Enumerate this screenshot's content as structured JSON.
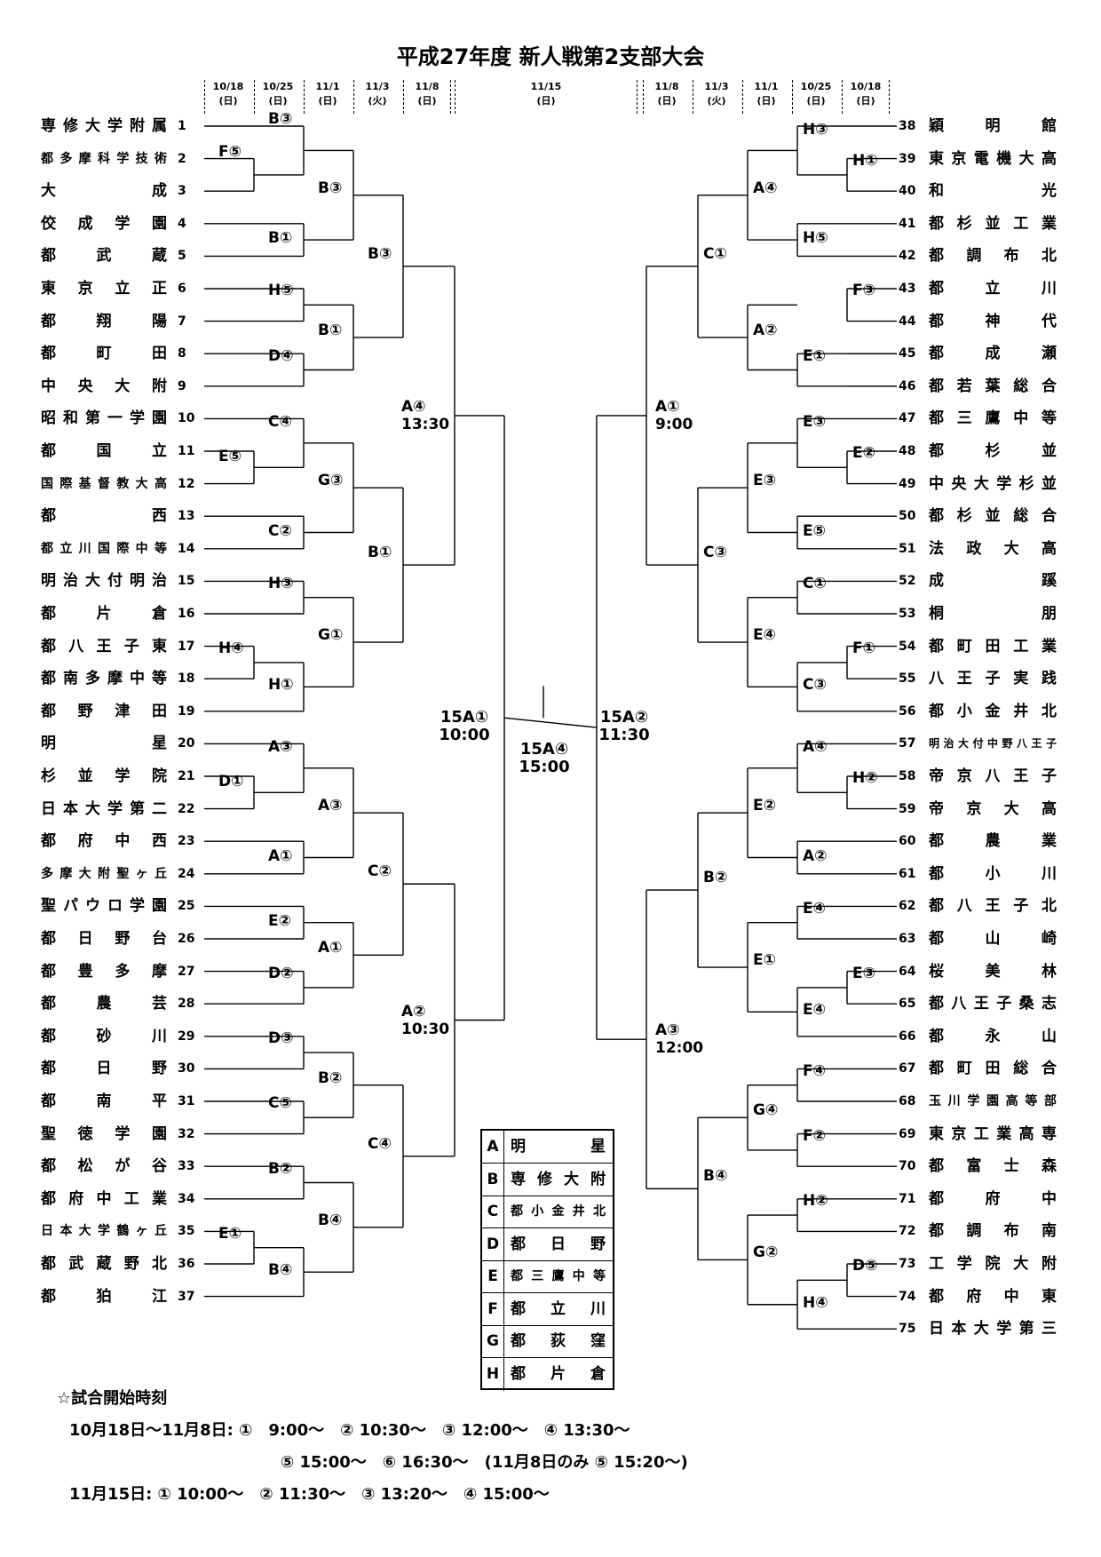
{
  "title": "平成27年度 新人戦第2支部大会",
  "headers_left": [
    {
      "date": "10/18",
      "day": "(日)"
    },
    {
      "date": "10/25",
      "day": "(日)"
    },
    {
      "date": "11/1",
      "day": "(日)"
    },
    {
      "date": "11/3",
      "day": "(火)"
    },
    {
      "date": "11/8",
      "day": "(日)"
    }
  ],
  "header_mid": {
    "date": "11/15",
    "day": "(日)"
  },
  "headers_right": [
    {
      "date": "11/8",
      "day": "(日)"
    },
    {
      "date": "11/3",
      "day": "(火)"
    },
    {
      "date": "11/1",
      "day": "(日)"
    },
    {
      "date": "10/25",
      "day": "(日)"
    },
    {
      "date": "10/18",
      "day": "(日)"
    }
  ],
  "teams_left": [
    {
      "no": "1",
      "name": "専修大学附属"
    },
    {
      "no": "2",
      "name": "都多摩科学技術"
    },
    {
      "no": "3",
      "name": "大成"
    },
    {
      "no": "4",
      "name": "佼成学園"
    },
    {
      "no": "5",
      "name": "都武蔵"
    },
    {
      "no": "6",
      "name": "東京立正"
    },
    {
      "no": "7",
      "name": "都翔陽"
    },
    {
      "no": "8",
      "name": "都町田"
    },
    {
      "no": "9",
      "name": "中央大附"
    },
    {
      "no": "10",
      "name": "昭和第一学園"
    },
    {
      "no": "11",
      "name": "都国立"
    },
    {
      "no": "12",
      "name": "国際基督教大高"
    },
    {
      "no": "13",
      "name": "都西"
    },
    {
      "no": "14",
      "name": "都立川国際中等"
    },
    {
      "no": "15",
      "name": "明治大付明治"
    },
    {
      "no": "16",
      "name": "都片倉"
    },
    {
      "no": "17",
      "name": "都八王子東"
    },
    {
      "no": "18",
      "name": "都南多摩中等"
    },
    {
      "no": "19",
      "name": "都野津田"
    },
    {
      "no": "20",
      "name": "明星"
    },
    {
      "no": "21",
      "name": "杉並学院"
    },
    {
      "no": "22",
      "name": "日本大学第二"
    },
    {
      "no": "23",
      "name": "都府中西"
    },
    {
      "no": "24",
      "name": "多摩大附聖ヶ丘"
    },
    {
      "no": "25",
      "name": "聖パウロ学園"
    },
    {
      "no": "26",
      "name": "都日野台"
    },
    {
      "no": "27",
      "name": "都豊多摩"
    },
    {
      "no": "28",
      "name": "都農芸"
    },
    {
      "no": "29",
      "name": "都砂川"
    },
    {
      "no": "30",
      "name": "都日野"
    },
    {
      "no": "31",
      "name": "都南平"
    },
    {
      "no": "32",
      "name": "聖徳学園"
    },
    {
      "no": "33",
      "name": "都松が谷"
    },
    {
      "no": "34",
      "name": "都府中工業"
    },
    {
      "no": "35",
      "name": "日本大学鶴ヶ丘"
    },
    {
      "no": "36",
      "name": "都武蔵野北"
    },
    {
      "no": "37",
      "name": "都狛江"
    }
  ],
  "teams_right": [
    {
      "no": "38",
      "name": "穎明館"
    },
    {
      "no": "39",
      "name": "東京電機大高"
    },
    {
      "no": "40",
      "name": "和光"
    },
    {
      "no": "41",
      "name": "都杉並工業"
    },
    {
      "no": "42",
      "name": "都調布北"
    },
    {
      "no": "43",
      "name": "都立川"
    },
    {
      "no": "44",
      "name": "都神代"
    },
    {
      "no": "45",
      "name": "都成瀬"
    },
    {
      "no": "46",
      "name": "都若葉総合"
    },
    {
      "no": "47",
      "name": "都三鷹中等"
    },
    {
      "no": "48",
      "name": "都杉並"
    },
    {
      "no": "49",
      "name": "中央大学杉並"
    },
    {
      "no": "50",
      "name": "都杉並総合"
    },
    {
      "no": "51",
      "name": "法政大高"
    },
    {
      "no": "52",
      "name": "成蹊"
    },
    {
      "no": "53",
      "name": "桐朋"
    },
    {
      "no": "54",
      "name": "都町田工業"
    },
    {
      "no": "55",
      "name": "八王子実践"
    },
    {
      "no": "56",
      "name": "都小金井北"
    },
    {
      "no": "57",
      "name": "明治大付中野八王子"
    },
    {
      "no": "58",
      "name": "帝京八王子"
    },
    {
      "no": "59",
      "name": "帝京大高"
    },
    {
      "no": "60",
      "name": "都農業"
    },
    {
      "no": "61",
      "name": "都小川"
    },
    {
      "no": "62",
      "name": "都八王子北"
    },
    {
      "no": "63",
      "name": "都山崎"
    },
    {
      "no": "64",
      "name": "桜美林"
    },
    {
      "no": "65",
      "name": "都八王子桑志"
    },
    {
      "no": "66",
      "name": "都永山"
    },
    {
      "no": "67",
      "name": "都町田総合"
    },
    {
      "no": "68",
      "name": "玉川学園高等部"
    },
    {
      "no": "69",
      "name": "東京工業高専"
    },
    {
      "no": "70",
      "name": "都富士森"
    },
    {
      "no": "71",
      "name": "都府中"
    },
    {
      "no": "72",
      "name": "都調布南"
    },
    {
      "no": "73",
      "name": "工学院大附"
    },
    {
      "no": "74",
      "name": "都府中東"
    },
    {
      "no": "75",
      "name": "日本大学第三"
    }
  ],
  "match_labels": {
    "l1": "B③",
    "l2": "F⑤",
    "l3": "B③",
    "l4": "B①",
    "l5": "B③",
    "l6": "H⑤",
    "l7": "B①",
    "l8": "D④",
    "l9": "C④",
    "l10": "E⑤",
    "l11": "G③",
    "l12": "C②",
    "l13": "B①",
    "l14": "H③",
    "l15": "G①",
    "l16": "H④",
    "l17": "H①",
    "l18": "A④",
    "l18t": "13:30",
    "l19": "A③",
    "l20": "D①",
    "l21": "A③",
    "l22": "A①",
    "l23": "C②",
    "l24": "E②",
    "l25": "A①",
    "l26": "D②",
    "l27": "D③",
    "l28": "B②",
    "l29": "C⑤",
    "l30": "C④",
    "l31": "B②",
    "l32": "E①",
    "l33": "B④",
    "l34": "B④",
    "l35": "A②",
    "l35t": "10:30",
    "r1": "H③",
    "r2": "H①",
    "r3": "A④",
    "r4": "H⑤",
    "r5": "C①",
    "r6": "F③",
    "r7": "A②",
    "r8": "E①",
    "r9": "A①",
    "r9t": "9:00",
    "r10": "E③",
    "r11": "E②",
    "r12": "E③",
    "r13": "E⑤",
    "r14": "C③",
    "r15": "C①",
    "r16": "E④",
    "r17": "F①",
    "r18": "C③",
    "r19": "A④",
    "r20": "H②",
    "r21": "E②",
    "r22": "A②",
    "r23": "B②",
    "r24": "E④",
    "r25": "E①",
    "r26": "E③",
    "r27": "E④",
    "r28": "A③",
    "r28t": "12:00",
    "r29": "F④",
    "r30": "G④",
    "r31": "F②",
    "r32": "B④",
    "r33": "H②",
    "r34": "G②",
    "r35": "D⑤",
    "r36": "H④"
  },
  "finals": {
    "semi_left": "15A①",
    "semi_left_time": "10:00",
    "semi_right": "15A②",
    "semi_right_time": "11:30",
    "final": "15A④",
    "final_time": "15:00"
  },
  "legend": [
    {
      "key": "A",
      "venue": "明星"
    },
    {
      "key": "B",
      "venue": "専修大附"
    },
    {
      "key": "C",
      "venue": "都小金井北"
    },
    {
      "key": "D",
      "venue": "都日野"
    },
    {
      "key": "E",
      "venue": "都三鷹中等"
    },
    {
      "key": "F",
      "venue": "都立川"
    },
    {
      "key": "G",
      "venue": "都荻窪"
    },
    {
      "key": "H",
      "venue": "都片倉"
    }
  ],
  "notes": {
    "heading": "☆試合開始時刻",
    "line1": "10月18日～11月8日: ①　9:00～　② 10:30～　③ 12:00～　④ 13:30～",
    "line2": "⑤ 15:00～　⑥ 16:30～　(11月8日のみ ⑤ 15:20～)",
    "line3": "11月15日: ① 10:00～　② 11:30～　③ 13:20～　④ 15:00～"
  }
}
